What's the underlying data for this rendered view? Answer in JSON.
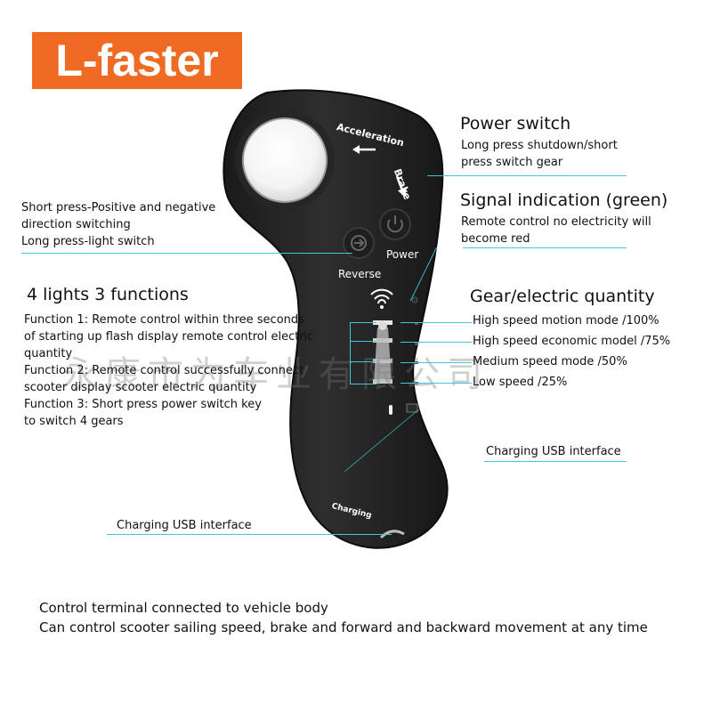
{
  "brand": {
    "label": "L-faster",
    "color": "#ef6a22"
  },
  "accent_line_color": "#41c6dc",
  "device": {
    "acceleration_label": "Acceleration",
    "brake_label": "Brake",
    "power_label": "Power",
    "reverse_label": "Reverse",
    "charging_label": "Charging",
    "power_icon": "power-icon",
    "reverse_icon": "reverse-icon",
    "signal_icon": "wifi-icon"
  },
  "callouts": {
    "power_switch": {
      "title": "Power switch",
      "lines": [
        "Long press shutdown/short",
        "press switch gear"
      ]
    },
    "signal": {
      "title": "Signal indication (green)",
      "lines": [
        "Remote control no electricity will",
        "become red"
      ]
    },
    "reverse": {
      "lines": [
        "Short press-Positive and negative",
        "direction switching",
        "Long press-light switch"
      ]
    },
    "lights": {
      "title": "4 lights 3 functions",
      "lines": [
        "Function 1: Remote control within three seconds",
        "of starting up flash display remote control electric",
        "quantity",
        "Function 2: Remote control successfully connect",
        "scooter display scooter electric quantity",
        "Function 3: Short press power switch key",
        "to switch 4 gears"
      ]
    },
    "gear": {
      "title": "Gear/electric quantity",
      "modes": [
        "High speed motion mode /100%",
        "High speed economic model /75%",
        "Medium speed mode /50%",
        "Low speed /25%"
      ]
    },
    "usb_side": {
      "label": "Charging USB interface"
    },
    "usb_bottom": {
      "label": "Charging USB interface"
    }
  },
  "watermark": "永康市为车业有限公司",
  "footer": {
    "line1": "Control terminal connected to vehicle body",
    "line2": "Can control scooter sailing speed, brake and forward and backward movement at any time"
  }
}
